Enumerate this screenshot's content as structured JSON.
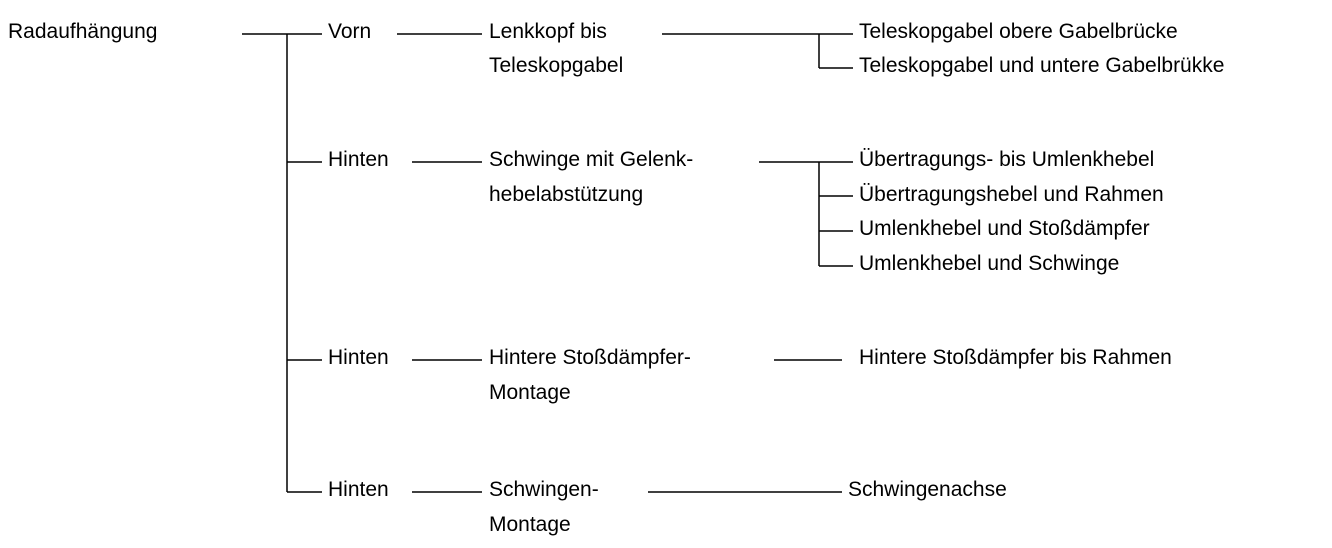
{
  "root": {
    "label": "Radaufhängung"
  },
  "branches": [
    {
      "position": "Vorn",
      "component": [
        "Lenkkopf bis",
        "Teleskopgabel"
      ],
      "details": [
        "Teleskopgabel obere Gabelbrücke",
        "Teleskopgabel und untere Gabelbrükke"
      ]
    },
    {
      "position": "Hinten",
      "component": [
        "Schwinge mit Gelenk-",
        "hebelabstützung"
      ],
      "details": [
        "Übertragungs- bis Umlenkhebel",
        "Übertragungshebel und Rahmen",
        "Umlenkhebel und Stoßdämpfer",
        "Umlenkhebel und Schwinge"
      ]
    },
    {
      "position": "Hinten",
      "component": [
        "Hintere Stoßdämpfer-",
        "Montage"
      ],
      "details": [
        "Hintere Stoßdämpfer bis Rahmen"
      ]
    },
    {
      "position": "Hinten",
      "component": [
        "Schwingen-",
        "Montage"
      ],
      "details": [
        "Schwingenachse"
      ]
    }
  ]
}
